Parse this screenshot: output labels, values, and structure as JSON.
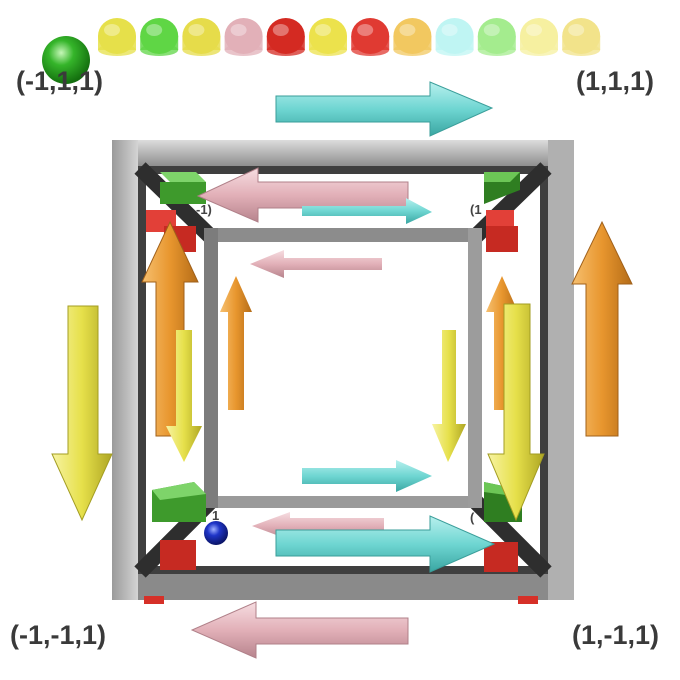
{
  "colors": {
    "frame_light": "#b8b8b8",
    "frame_dark": "#4a4a4a",
    "frame_mid": "#888888",
    "cyan": "#6fd6d2",
    "pink": "#e2b0b8",
    "orange": "#e8962e",
    "yellow": "#e6e04a",
    "green_block": "#3e9a2c",
    "red_block": "#d42a22",
    "blue_ball": "#1f35c8",
    "green_ball": "#35b52a"
  },
  "palette": [
    {
      "name": "yellow-dot",
      "color": "#e6e04a"
    },
    {
      "name": "green-dot",
      "color": "#5fd645"
    },
    {
      "name": "yellow-dot",
      "color": "#e6dc4a"
    },
    {
      "name": "pink-dot",
      "color": "#e2b0b8"
    },
    {
      "name": "red-dot",
      "color": "#d42a22"
    },
    {
      "name": "yellow-dot",
      "color": "#ece24c"
    },
    {
      "name": "red-dot",
      "color": "#e03a32"
    },
    {
      "name": "light-orange-dot",
      "color": "#f2c860"
    },
    {
      "name": "light-cyan-dot",
      "color": "#bff5f3"
    },
    {
      "name": "light-green-dot",
      "color": "#a4ec8e"
    },
    {
      "name": "pale-yellow-dot",
      "color": "#f6f0a0"
    },
    {
      "name": "pale-yellow-dot",
      "color": "#f2e38a"
    }
  ],
  "labels": {
    "top_left": "(-1,1,1)",
    "top_right": "(1,1,1)",
    "bottom_left": "(-1,-1,1)",
    "bottom_right": "(1,-1,1)",
    "inner_left": "-1)",
    "inner_right": "(1",
    "inner_bottom_left": "1",
    "inner_bottom_right": "("
  }
}
